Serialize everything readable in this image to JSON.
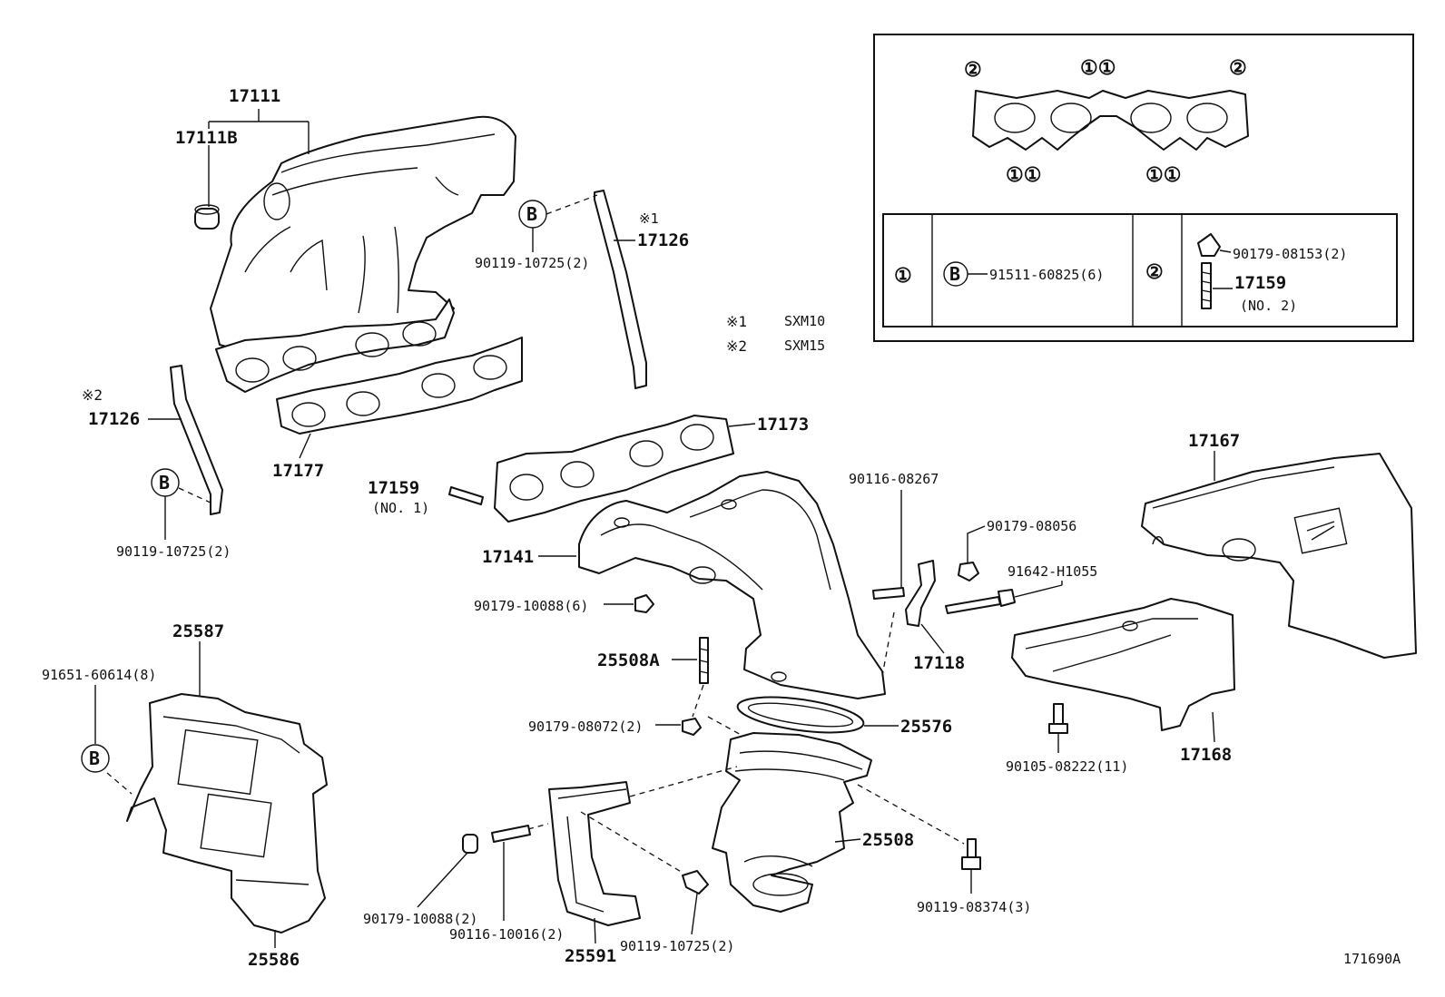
{
  "labels": {
    "p17111": "17111",
    "p17111B": "17111B",
    "p17126_top": "17126",
    "p17126_top_note": "※1",
    "p17126_left": "17126",
    "p17126_left_note": "※2",
    "p90119_top": "90119-10725(2)",
    "p90119_left": "90119-10725(2)",
    "p17177": "17177",
    "p17173": "17173",
    "p17159_no1": "17159",
    "p17159_no1_sub": "(NO. 1)",
    "p17141": "17141",
    "p90179_10088_6": "90179-10088(6)",
    "p90116_08267": "90116-08267",
    "p90179_08056": "90179-08056",
    "p91642": "91642-H1055",
    "p17118": "17118",
    "p17167": "17167",
    "p17168": "17168",
    "p90105": "90105-08222(11)",
    "p25587": "25587",
    "p91651": "91651-60614(8)",
    "p25586": "25586",
    "p25508A": "25508A",
    "p90179_08072": "90179-08072(2)",
    "p25576": "25576",
    "p25508": "25508",
    "p90119_08374": "90119-08374(3)",
    "p90179_10088_2": "90179-10088(2)",
    "p90116_10016": "90116-10016(2)",
    "p25591": "25591",
    "p90119_10725_bottom": "90119-10725(2)",
    "diagram_id": "171690A"
  },
  "legend": {
    "note1_mark": "※1",
    "note1_text": "SXM10",
    "note2_mark": "※2",
    "note2_text": "SXM15"
  },
  "inset": {
    "gasket_marks": [
      "②",
      "①①",
      "②",
      "①①",
      "①①"
    ],
    "row1_key": "①",
    "row1_symbol": "B",
    "row1_part": "91511-60825(6)",
    "row2_key": "②",
    "row2_part_a": "90179-08153(2)",
    "row2_part_b": "17159",
    "row2_part_b_sub": "(NO. 2)"
  },
  "callout_symbol": "B"
}
